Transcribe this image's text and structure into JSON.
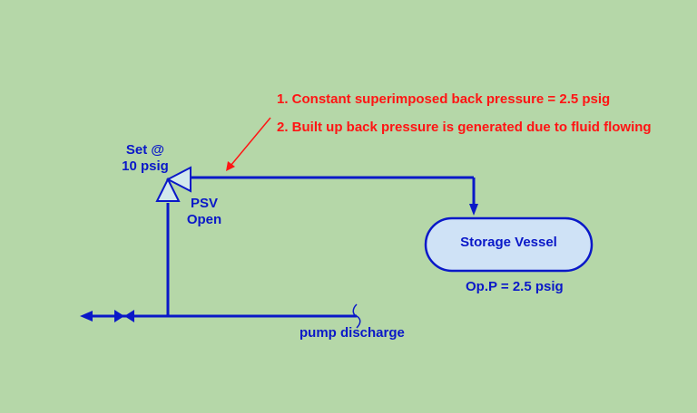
{
  "colors": {
    "background": "#b5d7a8",
    "line": "#0a18c8",
    "annotation": "#ff1414",
    "vessel_fill": "#cfe2f6",
    "psv_fill": "#d3e9ec"
  },
  "notes": {
    "line1": "1. Constant superimposed back pressure = 2.5 psig",
    "line2": "2. Built up back pressure is generated due to fluid flowing"
  },
  "psv": {
    "set_line1": "Set @",
    "set_line2": "10 psig",
    "name": "PSV",
    "state": "Open"
  },
  "vessel": {
    "name": "Storage Vessel",
    "op_pressure": "Op.P = 2.5 psig"
  },
  "pump": {
    "label": "pump discharge"
  },
  "icons": [
    "relief-valve-icon",
    "gate-valve-icon",
    "flow-arrow-icon",
    "pipe-break-icon"
  ]
}
